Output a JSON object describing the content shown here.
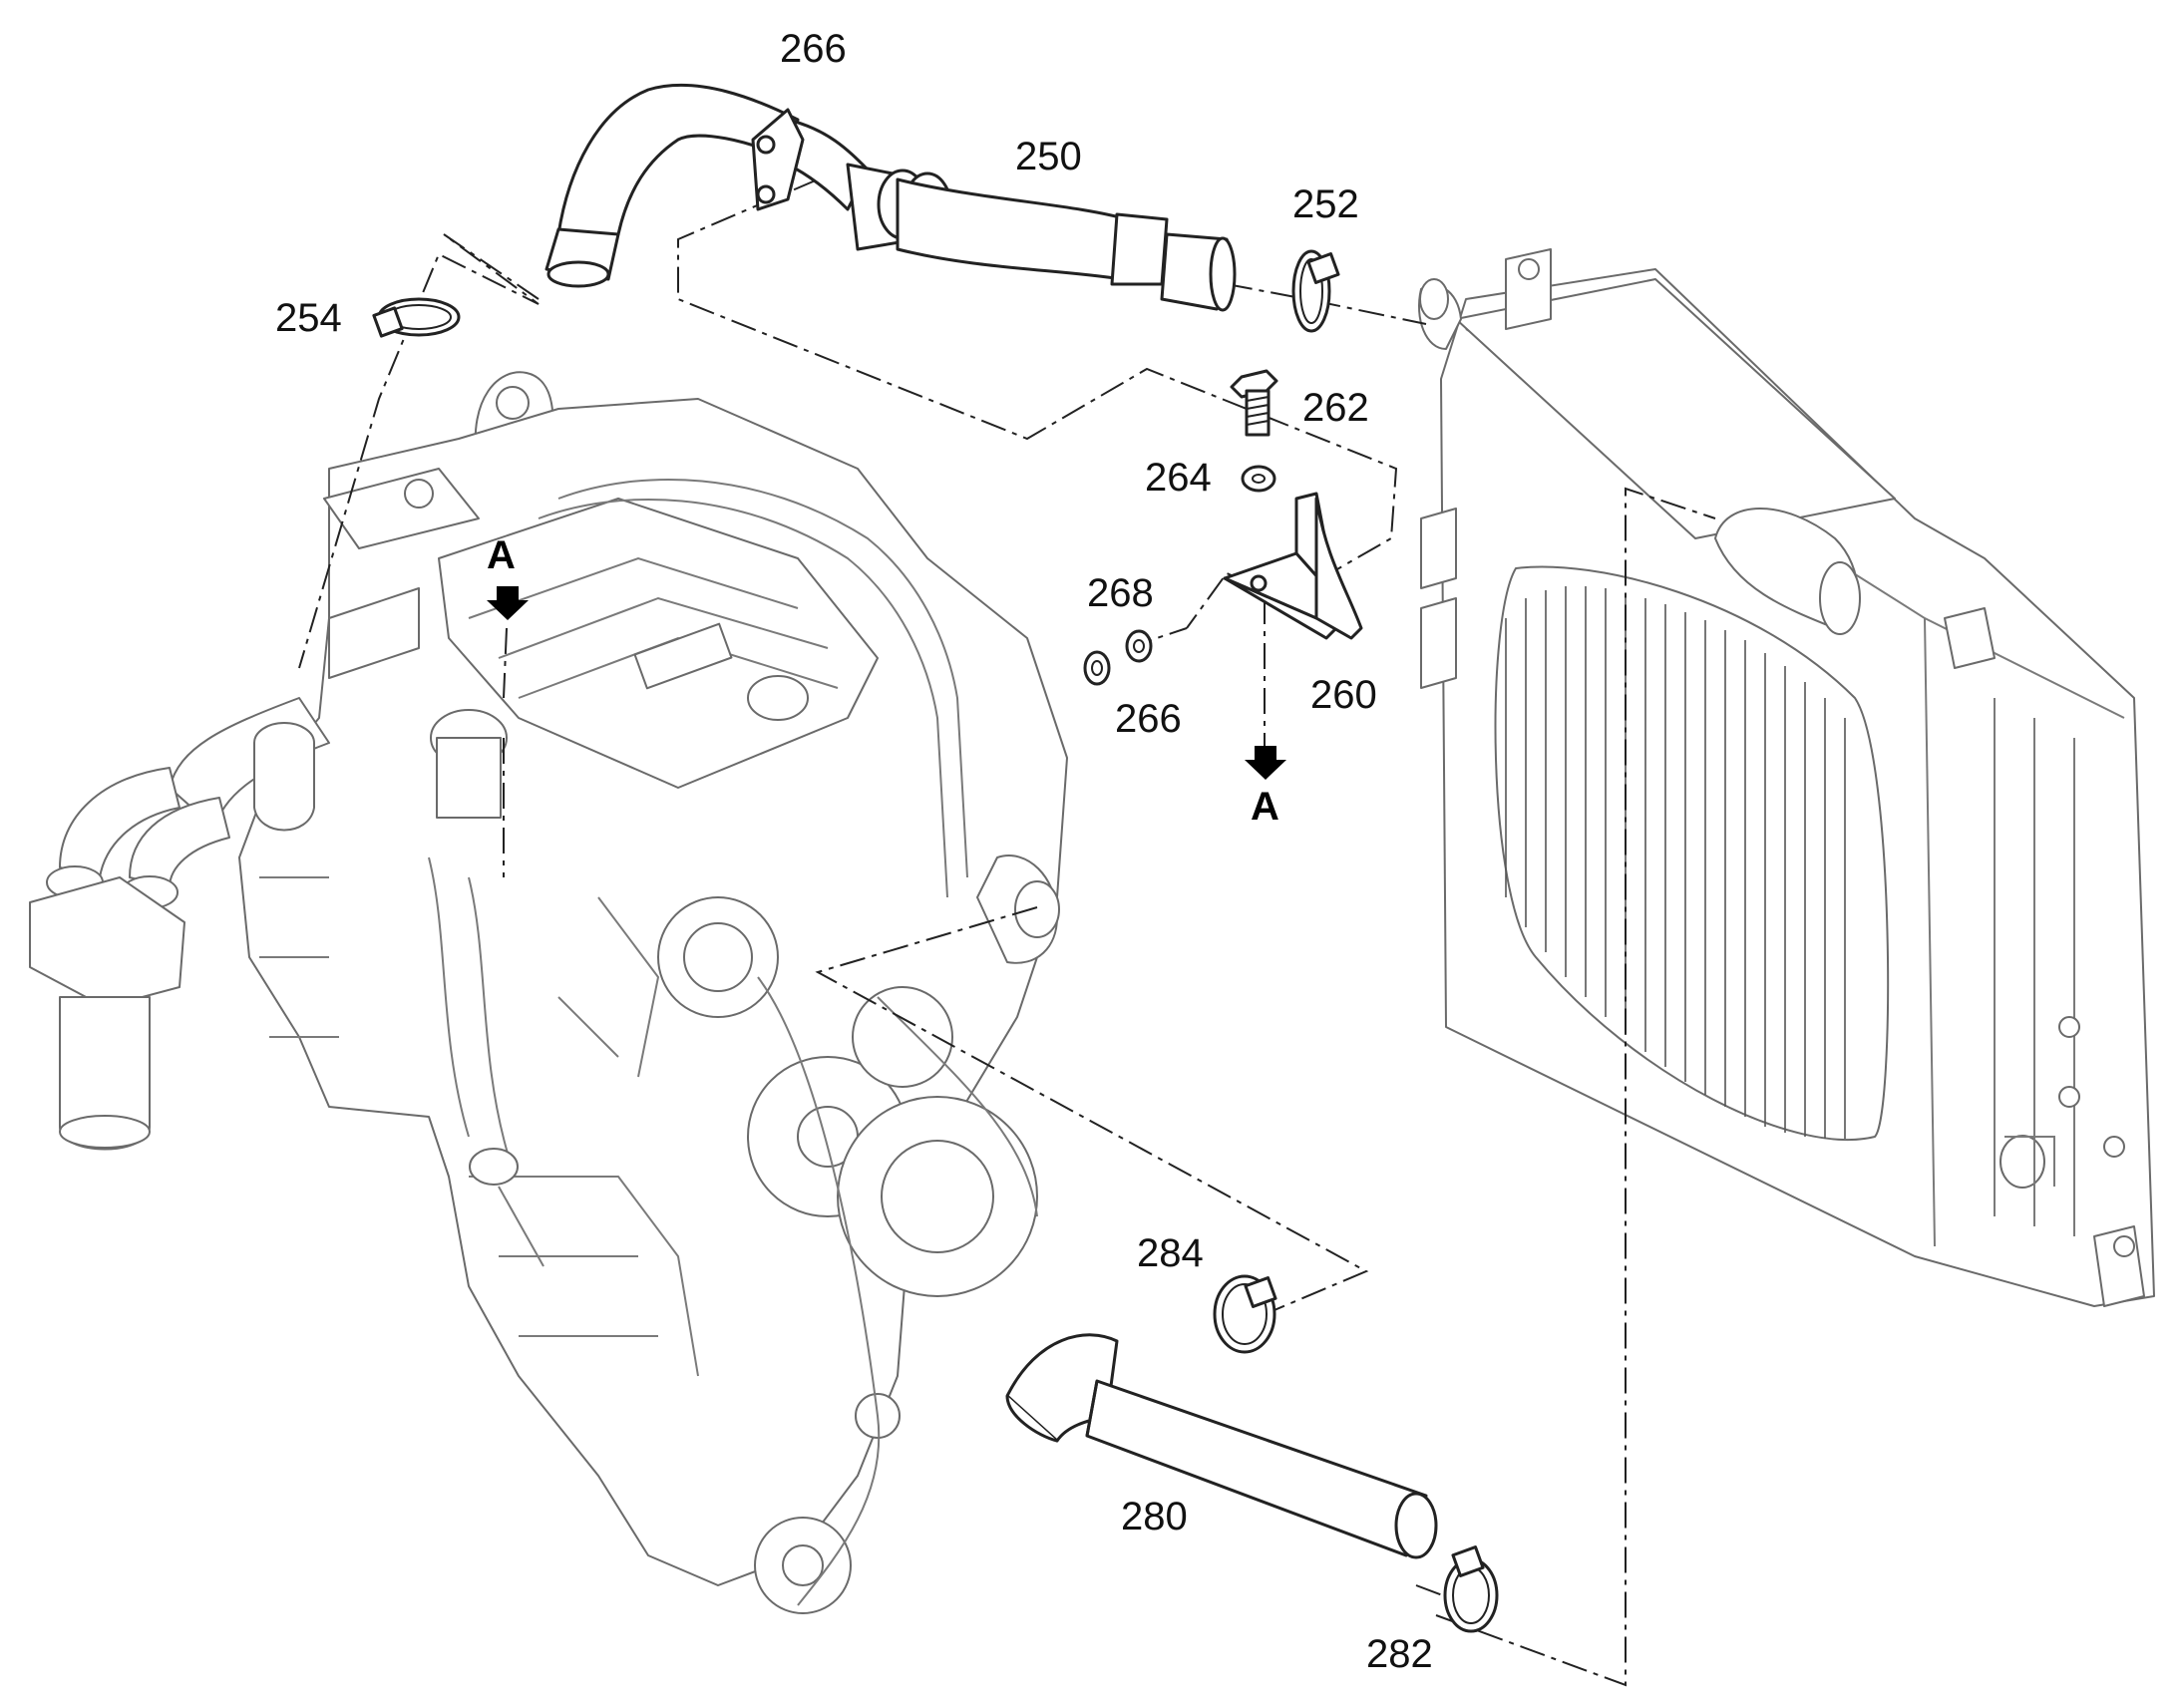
{
  "callouts": {
    "c250": "250",
    "c252": "252",
    "c254": "254",
    "c260": "260",
    "c262": "262",
    "c264": "264",
    "c266_top": "266",
    "c266_bracket": "266",
    "c268": "268",
    "c280": "280",
    "c282": "282",
    "c284": "284"
  },
  "view_markers": {
    "a_upper": "A",
    "a_lower": "A"
  }
}
